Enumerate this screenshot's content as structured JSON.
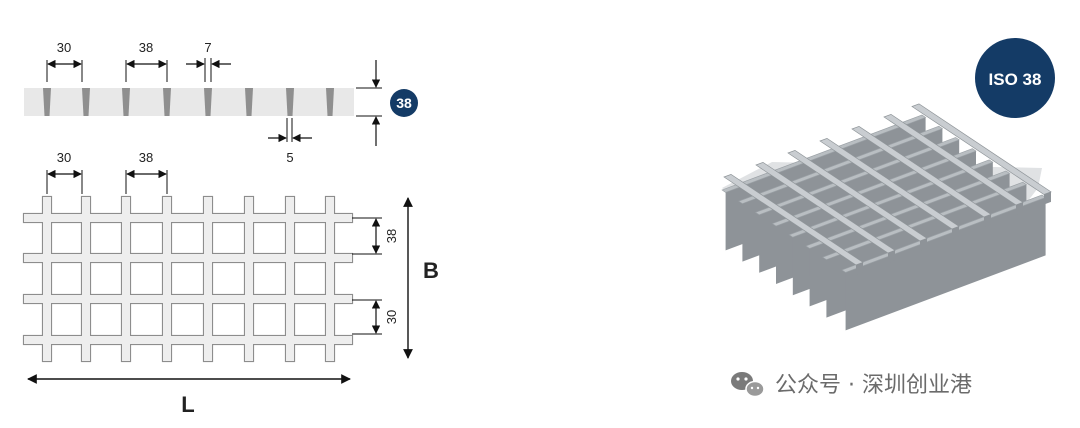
{
  "colors": {
    "badge": "#143b66",
    "grating_fill": "#eeeeee",
    "grating_stroke": "#8d8d8d",
    "render_top": "#b9bec2",
    "render_side": "#8e9398",
    "watermark": "#6b6b6b"
  },
  "profile_view": {
    "dims": {
      "pitch_a": "30",
      "pitch_b": "38",
      "top_width": "7",
      "bottom_width": "5"
    },
    "height_badge": "38"
  },
  "plan_view": {
    "dims_top": {
      "pitch_a": "30",
      "pitch_b": "38"
    },
    "dims_side": {
      "pitch_a": "38",
      "pitch_b": "30"
    },
    "length_label": "L",
    "width_label": "B"
  },
  "iso_badge": "ISO 38",
  "watermark": {
    "icon": "wechat-icon",
    "text": "公众号 · 深圳创业港"
  }
}
